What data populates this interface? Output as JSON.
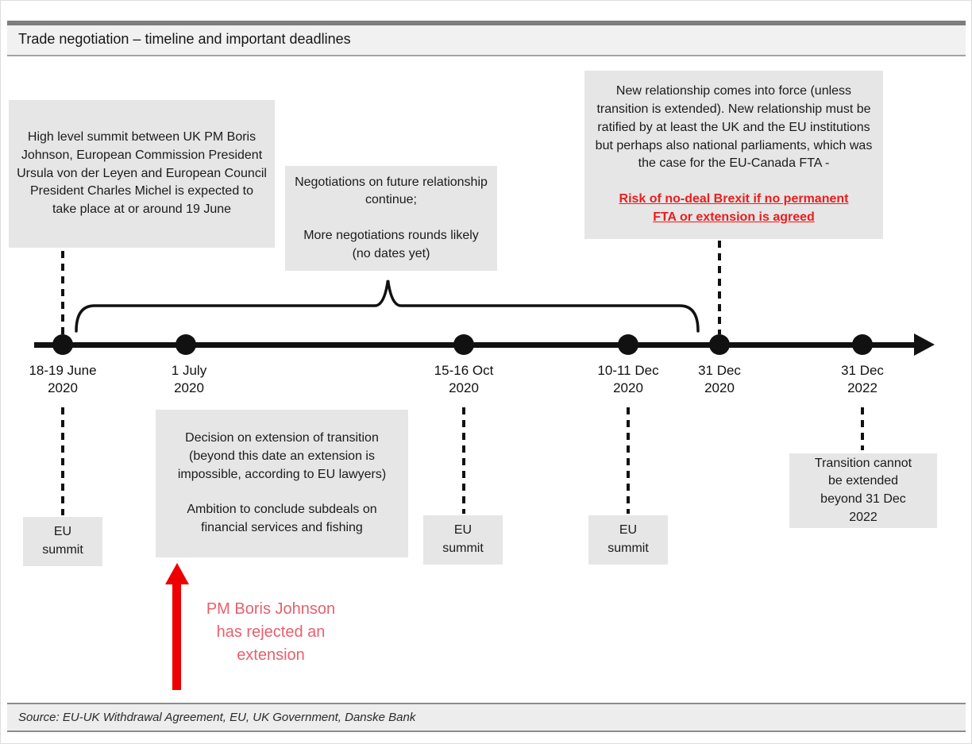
{
  "header": {
    "title": "Trade negotiation – timeline and important deadlines"
  },
  "footer": {
    "source": "Source: EU-UK Withdrawal Agreement, EU, UK Government, Danske Bank"
  },
  "colors": {
    "box_bg": "#e6e6e6",
    "timeline_black": "#111111",
    "risk_red": "#ee1c1c",
    "arrow_red": "#ee0000",
    "annotation_red": "#e8606d"
  },
  "boxes": {
    "high_level_summit": "High level summit between UK PM Boris Johnson, European Commission President Ursula von der Leyen and European Council President Charles Michel is expected to take place at or around 19 June",
    "negotiations": {
      "para1": "Negotiations on future relationship continue;",
      "para2": "More negotiations rounds likely (no dates yet)"
    },
    "new_relationship": {
      "para1": "New relationship comes into force (unless transition is extended). New relationship must be ratified by at least the UK and the EU institutions but perhaps also national parliaments, which was the case for the EU-Canada FTA -",
      "risk_line1": "Risk of no-deal Brexit if no permanent",
      "risk_line2": "FTA or extension is agreed"
    },
    "decision": {
      "para1": "Decision on extension of transition (beyond this date an extension is impossible, according to EU lawyers)",
      "para2": "Ambition to conclude subdeals on financial services and fishing"
    },
    "transition_limit": "Transition cannot\nbe extended\nbeyond 31 Dec\n2022",
    "eu_summit_label": "EU\nsummit"
  },
  "red_annotation": {
    "lines": [
      "PM Boris Johnson",
      "has rejected an",
      "extension"
    ]
  },
  "timeline": {
    "events": [
      {
        "date1": "18-19 June",
        "date2": "2020",
        "marker": "EU summit"
      },
      {
        "date1": "1 July",
        "date2": "2020",
        "marker": "Decision on extension of transition"
      },
      {
        "date1": "15-16 Oct",
        "date2": "2020",
        "marker": "EU summit"
      },
      {
        "date1": "10-11 Dec",
        "date2": "2020",
        "marker": "EU summit"
      },
      {
        "date1": "31 Dec",
        "date2": "2020",
        "marker": "New relationship comes into force"
      },
      {
        "date1": "31 Dec",
        "date2": "2022",
        "marker": "Transition cannot be extended"
      }
    ]
  }
}
